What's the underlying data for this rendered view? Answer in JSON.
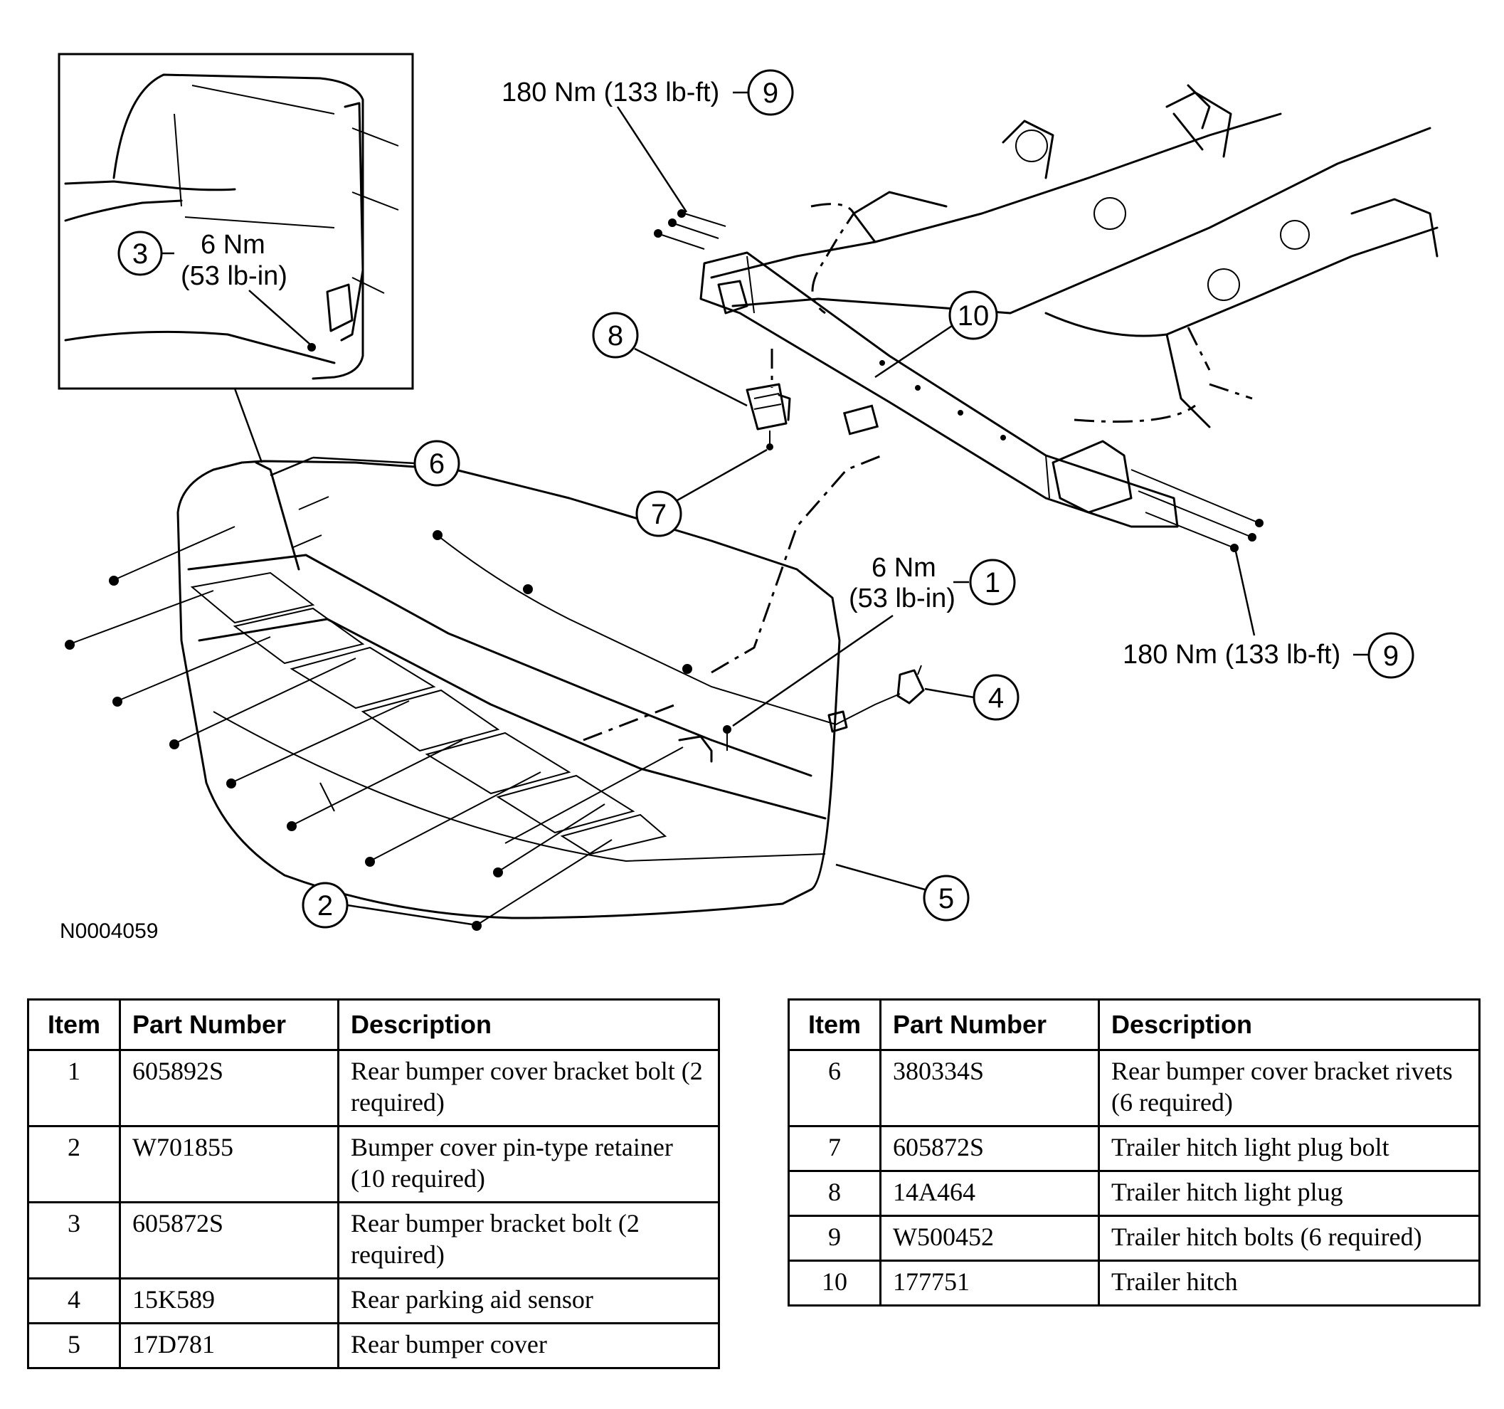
{
  "figure_id": "N0004059",
  "callouts": {
    "c1": {
      "num": "1",
      "torque_nm": "6 Nm",
      "torque_imp": "(53 lb-in)"
    },
    "c2": {
      "num": "2"
    },
    "c3": {
      "num": "3",
      "torque_nm": "6 Nm",
      "torque_imp": "(53 lb-in)"
    },
    "c4": {
      "num": "4"
    },
    "c5": {
      "num": "5"
    },
    "c6": {
      "num": "6"
    },
    "c7": {
      "num": "7"
    },
    "c8": {
      "num": "8"
    },
    "c9a": {
      "num": "9",
      "torque": "180 Nm (133 lb-ft)"
    },
    "c9b": {
      "num": "9",
      "torque": "180 Nm (133 lb-ft)"
    },
    "c10": {
      "num": "10"
    }
  },
  "table_headers": {
    "item": "Item",
    "part_number": "Part Number",
    "description": "Description"
  },
  "table_left": [
    {
      "item": "1",
      "part_number": "605892S",
      "description": "Rear bumper cover bracket bolt (2 required)"
    },
    {
      "item": "2",
      "part_number": "W701855",
      "description": "Bumper cover pin-type retainer (10 required)"
    },
    {
      "item": "3",
      "part_number": "605872S",
      "description": "Rear bumper bracket bolt (2 required)"
    },
    {
      "item": "4",
      "part_number": "15K589",
      "description": "Rear parking aid sensor"
    },
    {
      "item": "5",
      "part_number": "17D781",
      "description": "Rear bumper cover"
    }
  ],
  "table_right": [
    {
      "item": "6",
      "part_number": "380334S",
      "description": "Rear bumper cover bracket rivets (6 required)"
    },
    {
      "item": "7",
      "part_number": "605872S",
      "description": "Trailer hitch light plug bolt"
    },
    {
      "item": "8",
      "part_number": "14A464",
      "description": "Trailer hitch light plug"
    },
    {
      "item": "9",
      "part_number": "W500452",
      "description": "Trailer hitch bolts (6 required)"
    },
    {
      "item": "10",
      "part_number": "177751",
      "description": "Trailer hitch"
    }
  ]
}
